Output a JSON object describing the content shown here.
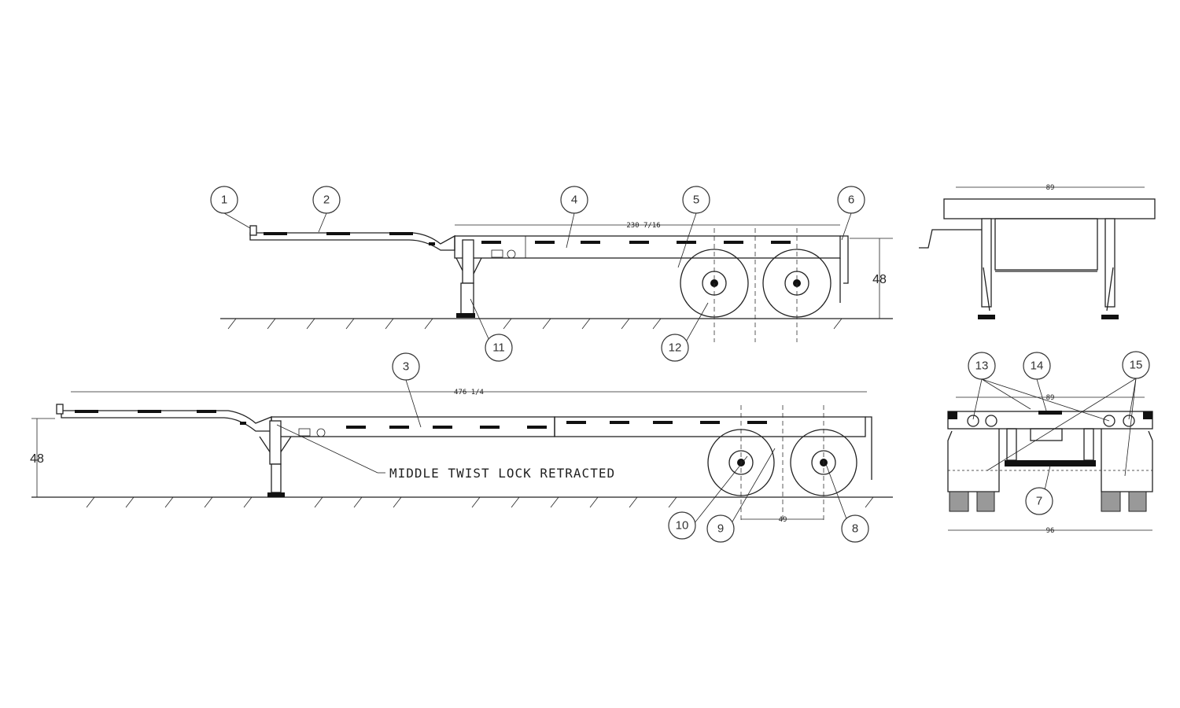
{
  "balloons": [
    "1",
    "2",
    "3",
    "4",
    "5",
    "6",
    "7",
    "8",
    "9",
    "10",
    "11",
    "12",
    "13",
    "14",
    "15"
  ],
  "dimensions": {
    "top_deck_length": "230 7/16",
    "extended_length": "476 1/4",
    "top_height": "48",
    "bottom_height": "48",
    "front_width": "89",
    "rear_width_inner": "89",
    "axle_spread": "49",
    "rear_width_overall": "96"
  },
  "note": "MIDDLE TWIST LOCK RETRACTED"
}
